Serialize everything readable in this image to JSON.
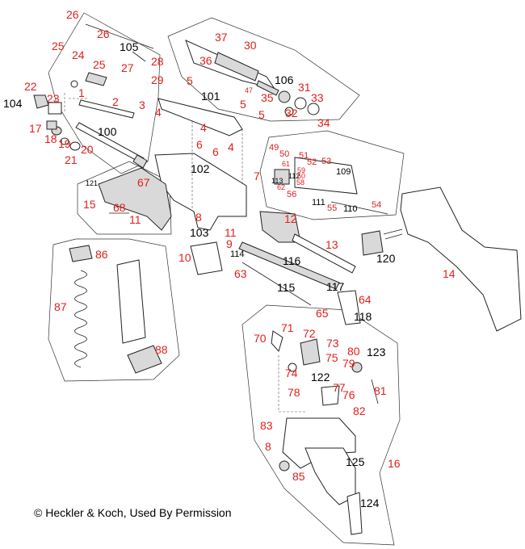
{
  "colors": {
    "callout_red": "#e0201b",
    "callout_black": "#000000",
    "line": "#222222"
  },
  "copyright": "© Heckler & Koch, Used By Permission",
  "callouts": {
    "c1": "1",
    "c2": "2",
    "c3": "3",
    "c4a": "4",
    "c4b": "4",
    "c4c": "4",
    "c5a": "5",
    "c5b": "5",
    "c5c": "5",
    "c6a": "6",
    "c6b": "6",
    "c7": "7",
    "c8a": "8",
    "c8b": "8",
    "c9": "9",
    "c10": "10",
    "c11a": "11",
    "c11b": "11",
    "c12": "12",
    "c13": "13",
    "c14": "14",
    "c15": "15",
    "c16": "16",
    "c17": "17",
    "c18": "18",
    "c19": "19",
    "c20": "20",
    "c21": "21",
    "c22": "22",
    "c23": "23",
    "c24": "24",
    "c25a": "25",
    "c25b": "25",
    "c26a": "26",
    "c26b": "26",
    "c27": "27",
    "c28": "28",
    "c29": "29",
    "c30": "30",
    "c31": "31",
    "c32": "32",
    "c33": "33",
    "c34": "34",
    "c35": "35",
    "c36": "36",
    "c37": "37",
    "c47": "47",
    "c49": "49",
    "c50": "50",
    "c51": "51",
    "c52": "52",
    "c53": "53",
    "c54": "54",
    "c55": "55",
    "c56": "56",
    "c58": "58",
    "c59": "59",
    "c60": "60",
    "c61": "61",
    "c62": "62",
    "c63": "63",
    "c64": "64",
    "c65": "65",
    "c67": "67",
    "c68": "68",
    "c70": "70",
    "c71": "71",
    "c72": "72",
    "c73": "73",
    "c74": "74",
    "c75": "75",
    "c76": "76",
    "c77": "77",
    "c78": "78",
    "c79": "79",
    "c80": "80",
    "c81": "81",
    "c82": "82",
    "c83": "83",
    "c85": "85",
    "c86": "86",
    "c87": "87",
    "c88": "88",
    "c100": "100",
    "c101": "101",
    "c102": "102",
    "c103": "103",
    "c104": "104",
    "c105": "105",
    "c106": "106",
    "c109": "109",
    "c110": "110",
    "c111": "111",
    "c112": "112",
    "c113": "113",
    "c114": "114",
    "c115": "115",
    "c116": "116",
    "c117": "117",
    "c118": "118",
    "c120": "120",
    "c121": "121",
    "c122": "122",
    "c123": "123",
    "c124": "124",
    "c125": "125"
  }
}
